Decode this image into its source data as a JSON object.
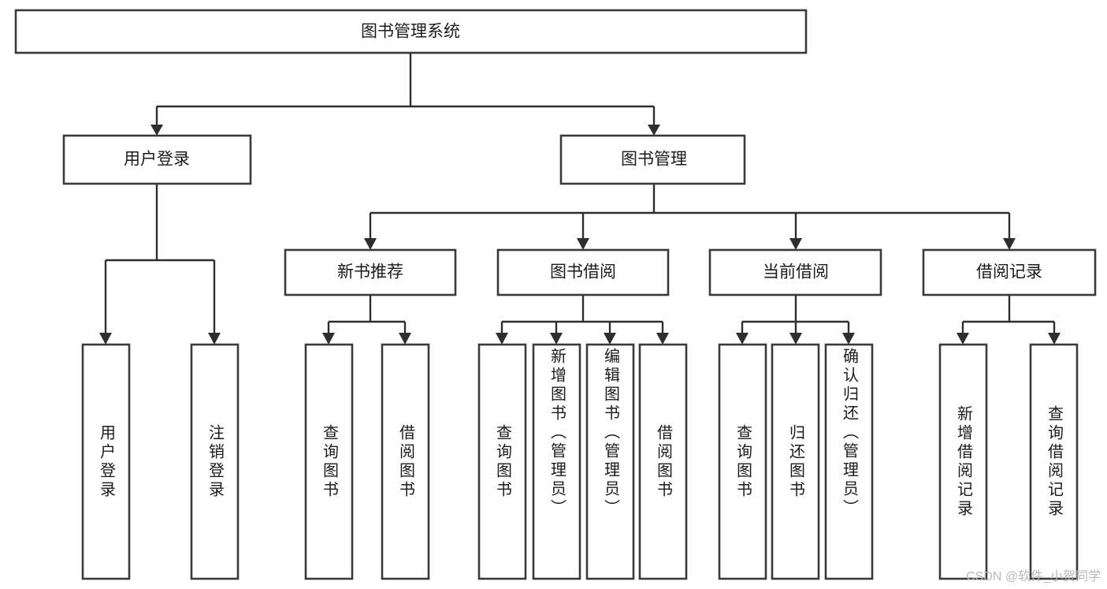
{
  "diagram": {
    "title": "图书管理系统",
    "type": "tree",
    "watermark": "CSDN @软件_小贺同学",
    "colors": {
      "box_stroke": "#3a3a3a",
      "box_fill": "#ffffff",
      "link": "#2e2e2e",
      "text": "#1b1b1b",
      "watermark": "#b9b9b9",
      "background": "#ffffff"
    },
    "root": {
      "label": "图书管理系统"
    },
    "level1": [
      {
        "label": "用户登录"
      },
      {
        "label": "图书管理"
      }
    ],
    "level2": [
      {
        "label": "新书推荐"
      },
      {
        "label": "图书借阅"
      },
      {
        "label": "当前借阅"
      },
      {
        "label": "借阅记录"
      }
    ],
    "leaves": {
      "user_login": [
        {
          "label": "用户登录"
        },
        {
          "label": "注销登录"
        }
      ],
      "new_book": [
        {
          "label": "查询图书"
        },
        {
          "label": "借阅图书"
        }
      ],
      "book_borrow": [
        {
          "label": "查询图书"
        },
        {
          "label": "新增图书（管理员）"
        },
        {
          "label": "编辑图书（管理员）"
        },
        {
          "label": "借阅图书"
        }
      ],
      "current_borrow": [
        {
          "label": "查询图书"
        },
        {
          "label": "归还图书"
        },
        {
          "label": "确认归还（管理员）"
        }
      ],
      "borrow_record": [
        {
          "label": "新增借阅记录"
        },
        {
          "label": "查询借阅记录"
        }
      ]
    }
  }
}
